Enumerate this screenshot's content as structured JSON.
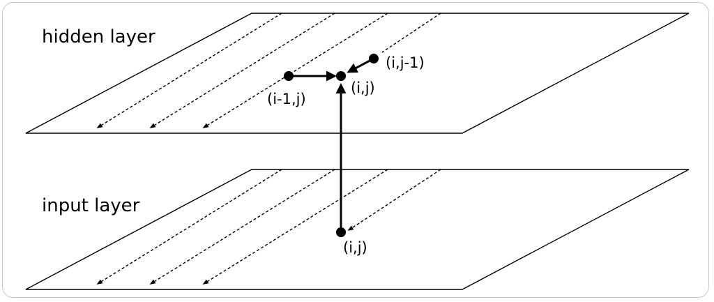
{
  "layers": {
    "hidden": {
      "label": "hidden layer"
    },
    "input": {
      "label": "input layer"
    }
  },
  "nodes": {
    "hidden_prev_row": "(i-1,j)",
    "hidden_current": "(i,j)",
    "hidden_prev_col": "(i,j-1)",
    "input_current": "(i,j)"
  },
  "colors": {
    "line": "#000000",
    "background": "#ffffff",
    "frame": "#c8c8c8"
  }
}
